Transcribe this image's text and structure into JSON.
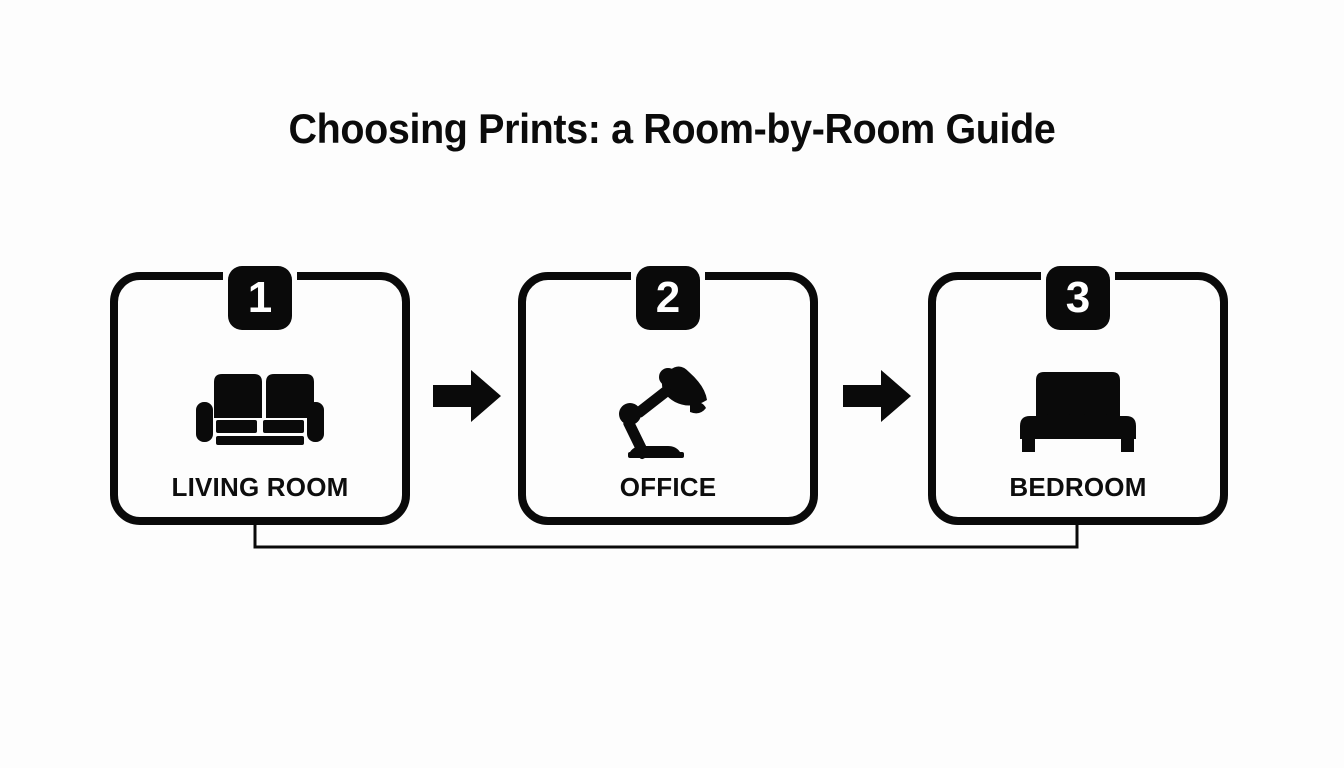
{
  "page": {
    "title": "Choosing Prints: a Room-by-Room Guide",
    "background_color": "#fdfdfd",
    "ink_color": "#0a0a0a",
    "badge_text_color": "#ffffff"
  },
  "diagram": {
    "type": "horizontal-step-flow",
    "step_count": 3,
    "steps": [
      {
        "number": "1",
        "label": "LIVING ROOM",
        "icon": "sofa-icon"
      },
      {
        "number": "2",
        "label": "OFFICE",
        "icon": "desk-lamp-icon"
      },
      {
        "number": "3",
        "label": "BEDROOM",
        "icon": "bed-icon"
      }
    ],
    "connectors": [
      {
        "name": "arrow-1",
        "icon": "arrow-right-icon",
        "from": "1",
        "to": "2"
      },
      {
        "name": "arrow-2",
        "icon": "arrow-right-icon",
        "from": "2",
        "to": "3"
      }
    ],
    "bracket": {
      "name": "bottom-bracket",
      "spans_from": "1",
      "spans_to": "3"
    }
  }
}
